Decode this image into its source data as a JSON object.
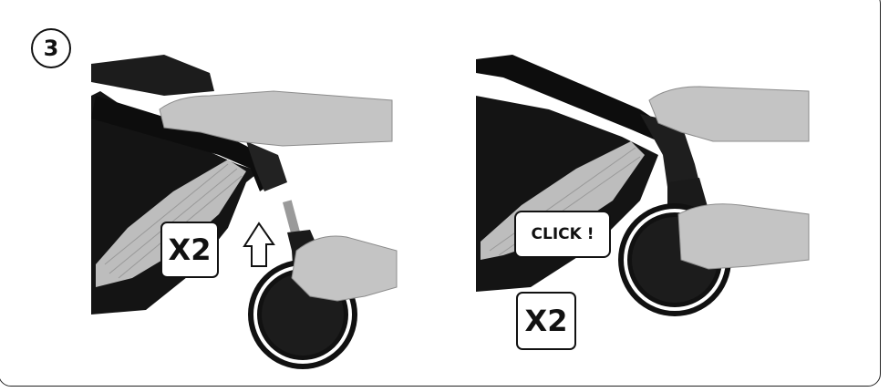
{
  "step": {
    "number": "3"
  },
  "left_panel": {
    "multiplier": "X2"
  },
  "right_panel": {
    "click_label": "CLICK !",
    "multiplier": "X2"
  },
  "colors": {
    "ink": "#111111",
    "frame": "#222222",
    "mesh": "#c9c9c9",
    "skin": "#bdbdbd"
  }
}
